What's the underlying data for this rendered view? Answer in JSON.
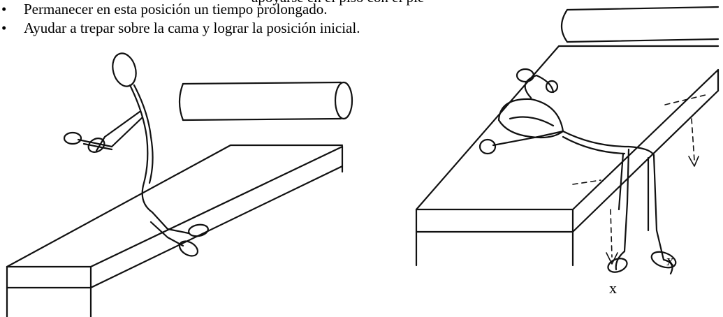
{
  "top_fragment": "apoyarse en el piso con el pie",
  "instructions": [
    "Permanecer en esta posición un tiempo prolongado.",
    "Ayudar a trepar sobre la cama y lograr la posición inicial."
  ],
  "bullet_glyph": "•",
  "marks": {
    "cross_left": "x",
    "cross_right": "x"
  },
  "figures": [
    {
      "icon": "stick-figure-kneeling-on-bed-sketch"
    },
    {
      "icon": "stick-figure-lying-legs-off-bed-sketch"
    }
  ]
}
